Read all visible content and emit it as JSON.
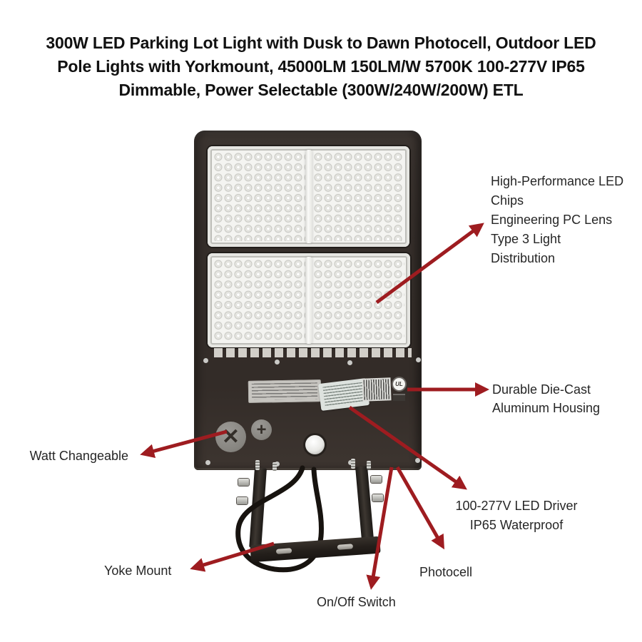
{
  "title": "300W LED Parking Lot Light with Dusk to Dawn Photocell, Outdoor LED\nPole Lights with Yorkmount, 45000LM 150LM/W 5700K 100-277V IP65\nDimmable, Power Selectable (300W/240W/200W) ETL",
  "callouts": {
    "led_chips": "High-Performance LED\nChips\nEngineering PC Lens\nType 3 Light\nDistribution",
    "housing": "Durable Die-Cast\nAluminum Housing",
    "watt": "Watt Changeable",
    "driver": "100-277V LED Driver\nIP65 Waterproof",
    "yoke": "Yoke Mount",
    "photocell": "Photocell",
    "switch": "On/Off Switch"
  },
  "fixture": {
    "spec_label": {
      "ul": "UL"
    },
    "watt_minus_glyph": "✕",
    "watt_plus_glyph": "+"
  },
  "colors": {
    "arrow": "#9e1c20"
  }
}
